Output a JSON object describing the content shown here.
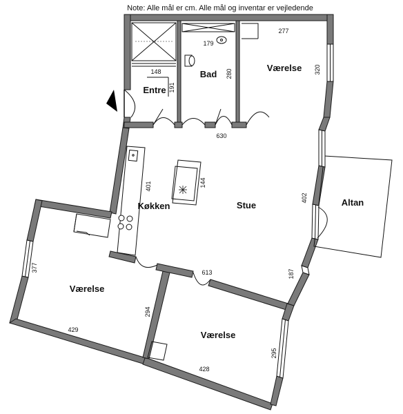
{
  "note": "Note: Alle mål er cm. Alle mål og inventar er vejledende",
  "rooms": {
    "entre": "Entre",
    "bad": "Bad",
    "vaerelse_top": "Værelse",
    "koekken": "Køkken",
    "stue": "Stue",
    "altan": "Altan",
    "vaerelse_left": "Værelse",
    "vaerelse_bottom": "Værelse"
  },
  "dimensions": {
    "d277": "277",
    "d179": "179",
    "d148": "148",
    "d280": "280",
    "d320": "320",
    "d191": "191",
    "d630": "630",
    "d401": "401",
    "d144": "144",
    "d402": "402",
    "d377": "377",
    "d613": "613",
    "d187": "187",
    "d294": "294",
    "d429": "429",
    "d295": "295",
    "d428": "428"
  },
  "colors": {
    "wall": "#7a7a7a",
    "wall_edge": "#1a1a1a",
    "line": "#111111",
    "entrance_marker": "#000000"
  },
  "icons": {
    "entrance": "entrance-arrow-icon",
    "stove": "stove-icon",
    "sink": "sink-icon",
    "toilet": "toilet-icon",
    "shower": "shower-icon"
  }
}
